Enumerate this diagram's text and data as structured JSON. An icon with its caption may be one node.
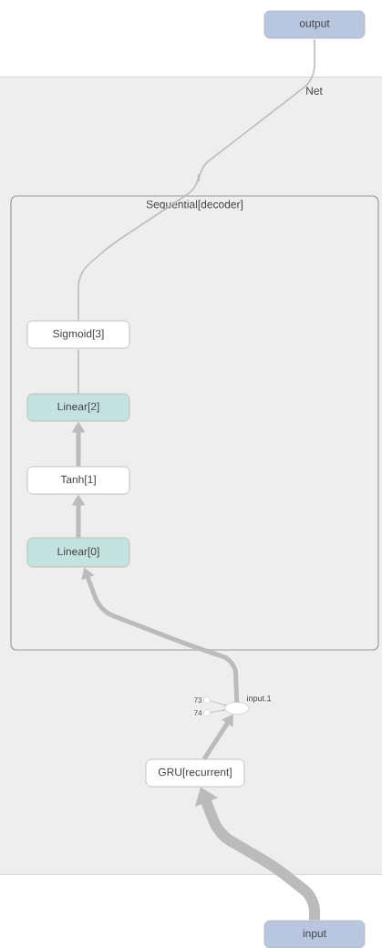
{
  "diagram": {
    "nodes": [
      {
        "text": [
          "output"
        ]
      },
      {
        "text": [
          "Net"
        ]
      },
      {
        "text": [
          "Sequential[decoder]"
        ],
        "in": 1
      },
      {
        "text": [
          "Sigmoid[3]"
        ],
        "in": 2
      },
      {
        "text": [
          "Linear[2]"
        ],
        "in": 2
      },
      {
        "text": [
          "Tanh[1]"
        ],
        "in": 2
      },
      {
        "text": [
          "Linear[0]"
        ],
        "in": 2
      },
      {
        "text": [
          "input.1"
        ],
        "in": 1
      },
      {
        "text": [],
        "shape": "circle",
        "beside": [
          "73"
        ],
        "in": 1
      },
      {
        "text": [],
        "shape": "circle",
        "beside": [
          "74"
        ],
        "in": 1
      },
      {
        "text": [
          "GRU[recurrent]"
        ],
        "in": 1
      },
      {
        "text": [
          "input"
        ]
      }
    ],
    "edges": [
      {
        "from": 11,
        "to": 10,
        "arrow": "to",
        "style": "thick"
      },
      {
        "from": 10,
        "to": 7,
        "arrow": "to"
      },
      {
        "from": 8,
        "to": 7,
        "arrow": "to"
      },
      {
        "from": 9,
        "to": 7,
        "arrow": "to"
      },
      {
        "from": 7,
        "to": 6,
        "arrow": "to"
      },
      {
        "from": 6,
        "to": 5,
        "arrow": "to"
      },
      {
        "from": 5,
        "to": 4,
        "arrow": "to"
      },
      {
        "from": 4,
        "to": 3,
        "arrow": "to"
      },
      {
        "from": 3,
        "to": 0,
        "arrow": "to"
      }
    ]
  }
}
